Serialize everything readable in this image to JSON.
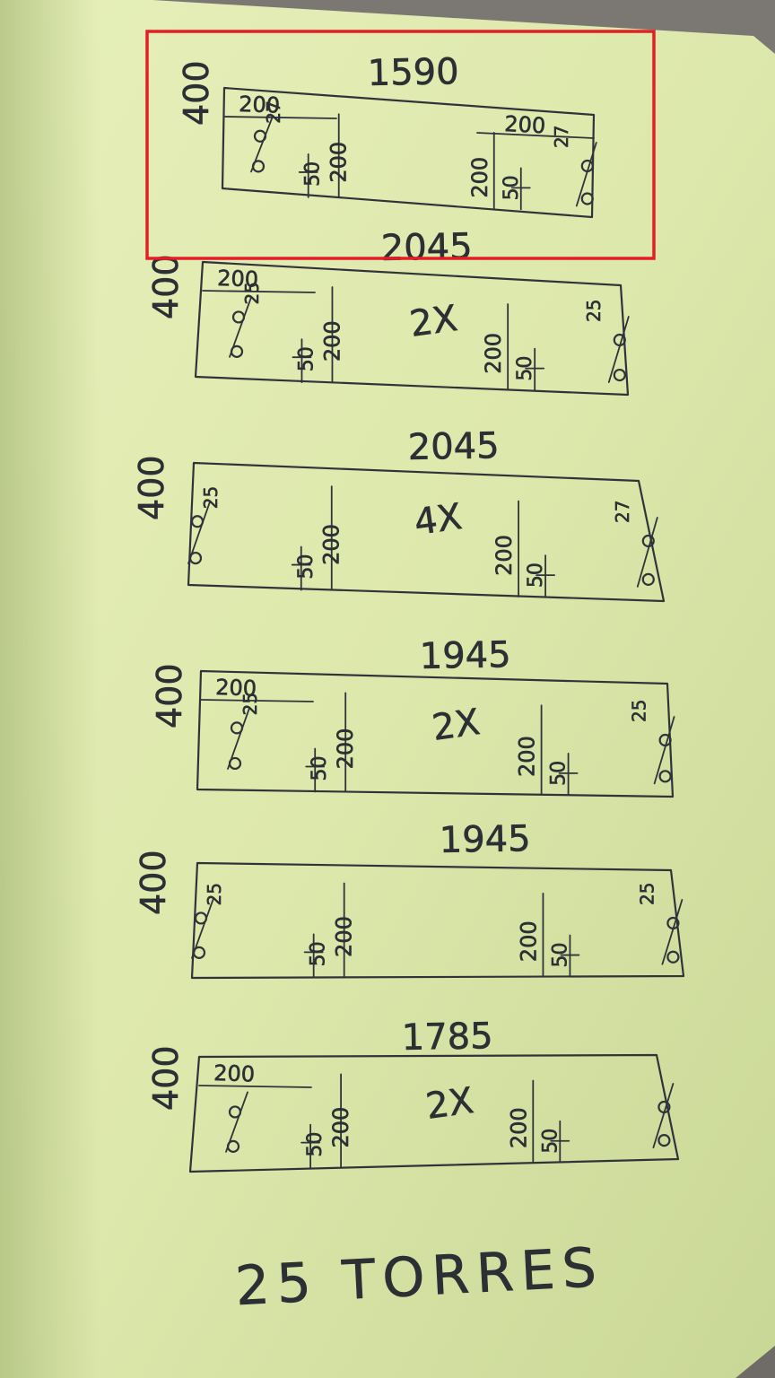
{
  "highlight": {
    "color": "#e31e24"
  },
  "paper": {
    "color": "#dfeab0"
  },
  "footer_text": "25 TORRES",
  "panels": [
    {
      "length": "1590",
      "height": "400",
      "left_top_dim": "200",
      "right_top_dim": "200",
      "left_vert_dim": "200",
      "left_small_dim": "50",
      "right_vert_dim": "200",
      "right_small_dim": "50",
      "left_hole_dim": "27",
      "right_hole_dim": "27",
      "multiplier": ""
    },
    {
      "length": "2045",
      "height": "400",
      "left_top_dim": "200",
      "right_top_dim": "",
      "left_vert_dim": "200",
      "left_small_dim": "50",
      "right_vert_dim": "200",
      "right_small_dim": "50",
      "left_hole_dim": "25",
      "right_hole_dim": "25",
      "multiplier": "2X"
    },
    {
      "length": "2045",
      "height": "400",
      "left_top_dim": "",
      "right_top_dim": "",
      "left_vert_dim": "200",
      "left_small_dim": "50",
      "right_vert_dim": "200",
      "right_small_dim": "50",
      "left_hole_dim": "25",
      "right_hole_dim": "27",
      "multiplier": "4X"
    },
    {
      "length": "1945",
      "height": "400",
      "left_top_dim": "200",
      "right_top_dim": "",
      "left_vert_dim": "200",
      "left_small_dim": "50",
      "right_vert_dim": "200",
      "right_small_dim": "50",
      "left_hole_dim": "25",
      "right_hole_dim": "25",
      "multiplier": "2X"
    },
    {
      "length": "1945",
      "height": "400",
      "left_top_dim": "",
      "right_top_dim": "",
      "left_vert_dim": "200",
      "left_small_dim": "50",
      "right_vert_dim": "200",
      "right_small_dim": "50",
      "left_hole_dim": "25",
      "right_hole_dim": "25",
      "multiplier": ""
    },
    {
      "length": "1785",
      "height": "400",
      "left_top_dim": "200",
      "right_top_dim": "",
      "left_vert_dim": "200",
      "left_small_dim": "50",
      "right_vert_dim": "200",
      "right_small_dim": "50",
      "left_hole_dim": "",
      "right_hole_dim": "",
      "multiplier": "2X"
    }
  ]
}
